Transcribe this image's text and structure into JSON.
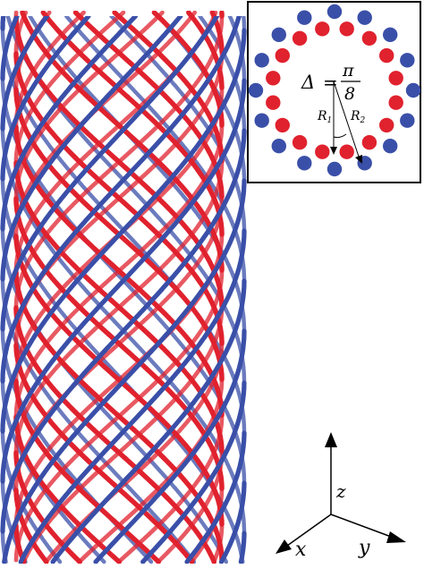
{
  "colors": {
    "strand_blue": "#3a4fa8",
    "strand_red": "#e0222e",
    "inset_frame": "#000000",
    "background": "#ffffff"
  },
  "inset": {
    "delta_symbol": "Δ",
    "equals": "=",
    "pi": "π",
    "denominator": "8",
    "r1_label": "R",
    "r1_subscript": "1",
    "r2_label": "R",
    "r2_subscript": "2",
    "outer_ring_count": 16,
    "inner_ring_count": 16
  },
  "axes": {
    "z_label": "z",
    "x_label": "x",
    "y_label": "y"
  },
  "helix": {
    "blue_strand_count": 16,
    "red_strand_count": 16
  }
}
